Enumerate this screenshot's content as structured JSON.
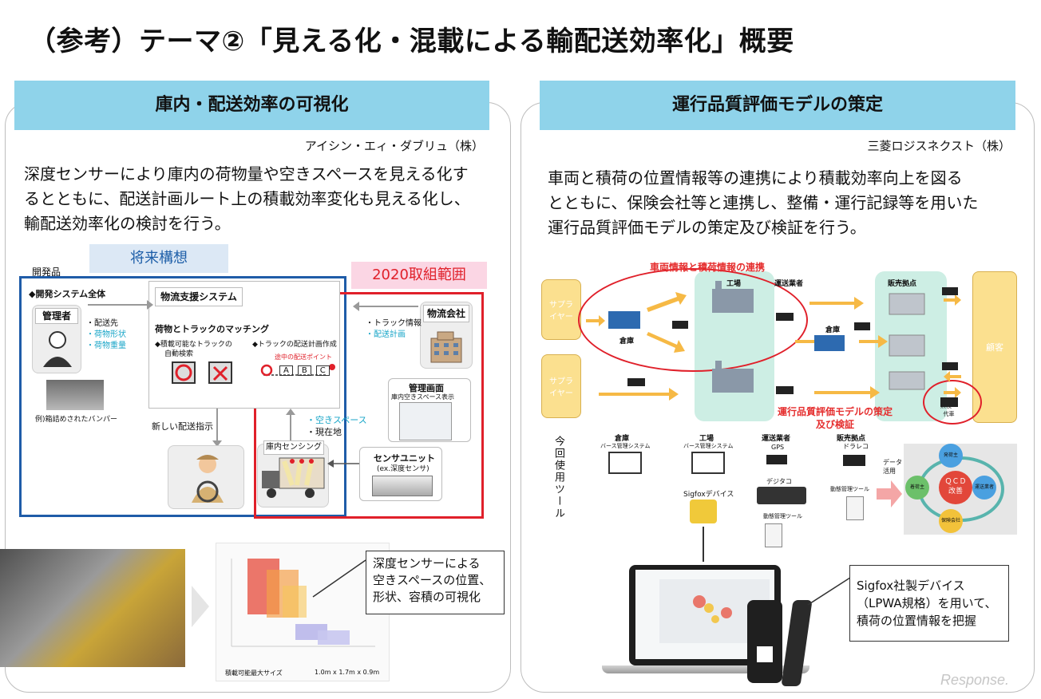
{
  "title": "（参考）テーマ②「見える化・混載による輸配送効率化」概要",
  "left": {
    "heading": "庫内・配送効率の可視化",
    "company": "アイシン・エィ・ダブリュ（株）",
    "lead": "深度センサーにより庫内の荷物量や空きスペースを見える化す\nるとともに、配送計画ルート上の積載効率変化も見える化し、\n輸配送効率化の検討を行う。",
    "future_label": "将来構想",
    "scope_label": "2020取組範囲",
    "dev_label": "開発品",
    "dev_system": "◆開発システム全体",
    "support_system": "物流支援システム",
    "manager": "管理者",
    "manager_items": [
      "・配送先",
      "・荷物形状",
      "・荷物重量"
    ],
    "bumper_caption": "例)箱詰めされたバンパー",
    "matching_title": "荷物とトラックのマッチング",
    "matching_1": "◆積載可能なトラックの",
    "matching_1b": "自動検索",
    "matching_2": "◆トラックの配送計画作成",
    "route_note": "途中の配送ポイント",
    "route_points": [
      "A",
      "B",
      "C"
    ],
    "logistics_company": "物流会社",
    "truck_info": "・トラック情報",
    "delivery_plan": "・配送計画",
    "admin_screen": "管理画面",
    "admin_screen_sub": "庫内空きスペース表示",
    "new_instruction": "新しい配送指示",
    "space_items": [
      "・空きスペース",
      "・現在地"
    ],
    "sensing": "庫内センシング",
    "sensor_unit": "センサユニット",
    "sensor_unit_sub": "(ex.深度センサ)",
    "viz_note": "深度センサーによる\n空きスペースの位置、\n形状、容積の可視化",
    "chart_caption": "積載可能最大サイズ",
    "chart_size": "1.0m x 1.7m x 0.9m"
  },
  "right": {
    "heading": "運行品質評価モデルの策定",
    "company": "三菱ロジスネクスト（株）",
    "lead": "車両と積荷の位置情報等の連携により積載効率向上を図る\nとともに、保険会社等と連携し、整備・運行記録等を用いた\n運行品質評価モデルの策定及び検証を行う。",
    "link_label": "車両情報と積荷情報の連携",
    "supplier": "サプラ\nイヤー",
    "warehouse": "倉庫",
    "factory": "工場",
    "carrier": "運送業者",
    "store": "販売拠点",
    "customer": "顧客",
    "model_label": "運行品質評価モデルの策定\n及び検証",
    "inspection": "点検・\n代車",
    "tools_label": "今回使用ツール",
    "tools": [
      {
        "title": "倉庫",
        "sub": "バース管理システム"
      },
      {
        "title": "工場",
        "sub": "バース管理システム"
      },
      {
        "title": "運送業者",
        "sub": "GPS"
      },
      {
        "title": "販売拠点",
        "sub": "ドラレコ"
      }
    ],
    "sigfox_device": "Sigfoxデバイス",
    "digitaco": "デジタコ",
    "ops_tool_1": "動態管理ツール",
    "ops_tool_2": "動態管理ツール",
    "data_use": "データ\n活用",
    "qcd_center": "ＱＣＤ\n改善",
    "qcd_nodes": [
      "発荷主",
      "運送業者",
      "保険会社",
      "着荷主"
    ],
    "sigfox_note": "Sigfox社製デバイス\n（LPWA規格）を用いて、\n積荷の位置情報を把握",
    "watermark": "Response."
  },
  "colors": {
    "header": "#8fd3ea",
    "blue_frame": "#1f5ca8",
    "red_frame": "#e0202a",
    "pink": "#fbd6e4"
  }
}
